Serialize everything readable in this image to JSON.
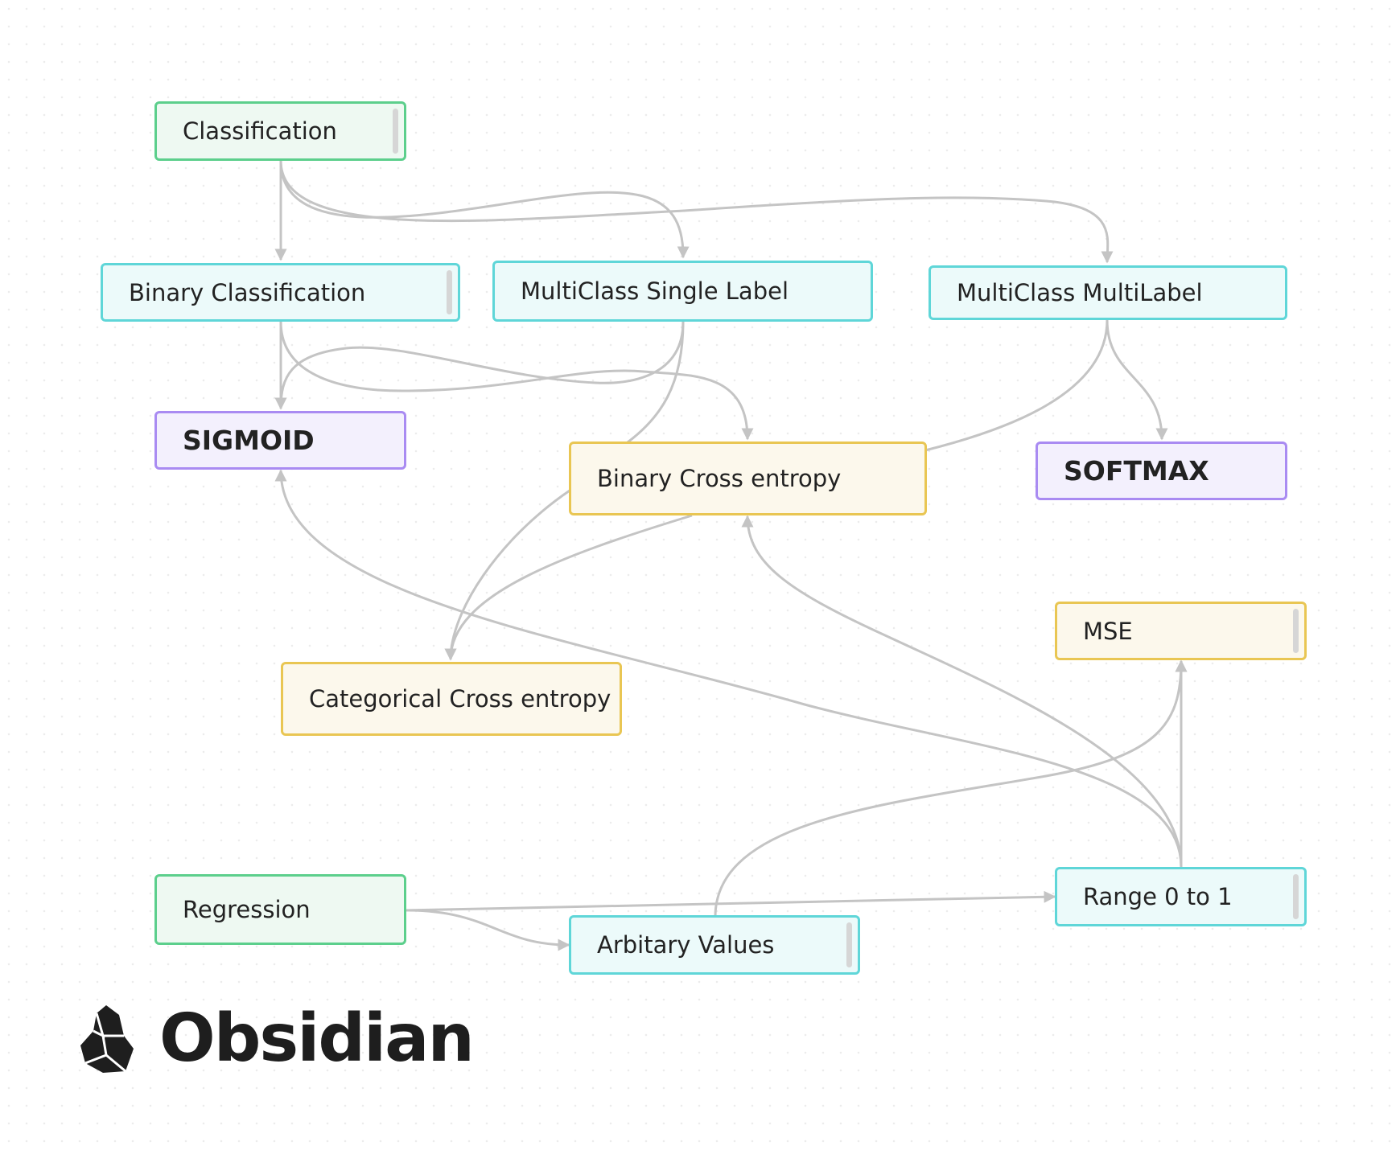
{
  "canvas": {
    "nodes": [
      {
        "id": "classification",
        "label": "Classification",
        "color": "green"
      },
      {
        "id": "binary-classification",
        "label": "Binary Classification",
        "color": "cyan"
      },
      {
        "id": "multiclass-single-label",
        "label": "MultiClass Single Label",
        "color": "cyan"
      },
      {
        "id": "multiclass-multilabel",
        "label": "MultiClass MultiLabel",
        "color": "cyan"
      },
      {
        "id": "sigmoid",
        "label": "SIGMOID",
        "color": "purple"
      },
      {
        "id": "binary-cross-entropy",
        "label": "Binary Cross entropy",
        "color": "yellow"
      },
      {
        "id": "softmax",
        "label": "SOFTMAX",
        "color": "purple"
      },
      {
        "id": "mse",
        "label": "MSE",
        "color": "yellow"
      },
      {
        "id": "categorical-cross-entropy",
        "label": "Categorical Cross entropy",
        "color": "yellow"
      },
      {
        "id": "regression",
        "label": "Regression",
        "color": "green"
      },
      {
        "id": "range-0-to-1",
        "label": "Range 0 to 1",
        "color": "cyan"
      },
      {
        "id": "arbitary-values",
        "label": "Arbitary Values",
        "color": "cyan"
      }
    ],
    "edges": [
      {
        "from": "classification",
        "to": "binary-classification"
      },
      {
        "from": "classification",
        "to": "multiclass-single-label"
      },
      {
        "from": "classification",
        "to": "multiclass-multilabel"
      },
      {
        "from": "binary-classification",
        "to": "sigmoid"
      },
      {
        "from": "binary-classification",
        "to": "binary-cross-entropy"
      },
      {
        "from": "multiclass-single-label",
        "to": "sigmoid"
      },
      {
        "from": "multiclass-single-label",
        "to": "categorical-cross-entropy"
      },
      {
        "from": "multiclass-multilabel",
        "to": "softmax"
      },
      {
        "from": "multiclass-multilabel",
        "to": "categorical-cross-entropy"
      },
      {
        "from": "range-0-to-1",
        "to": "sigmoid"
      },
      {
        "from": "range-0-to-1",
        "to": "binary-cross-entropy"
      },
      {
        "from": "range-0-to-1",
        "to": "mse"
      },
      {
        "from": "arbitary-values",
        "to": "mse"
      },
      {
        "from": "regression",
        "to": "range-0-to-1"
      },
      {
        "from": "regression",
        "to": "arbitary-values"
      }
    ]
  },
  "brand": {
    "name": "Obsidian",
    "logo_icon": "obsidian-logo-icon"
  },
  "colors": {
    "edge": "#c4c4c4",
    "green": "#5ccf8c",
    "cyan": "#5fd6d8",
    "purple": "#a98bf2",
    "yellow": "#e9c653"
  }
}
